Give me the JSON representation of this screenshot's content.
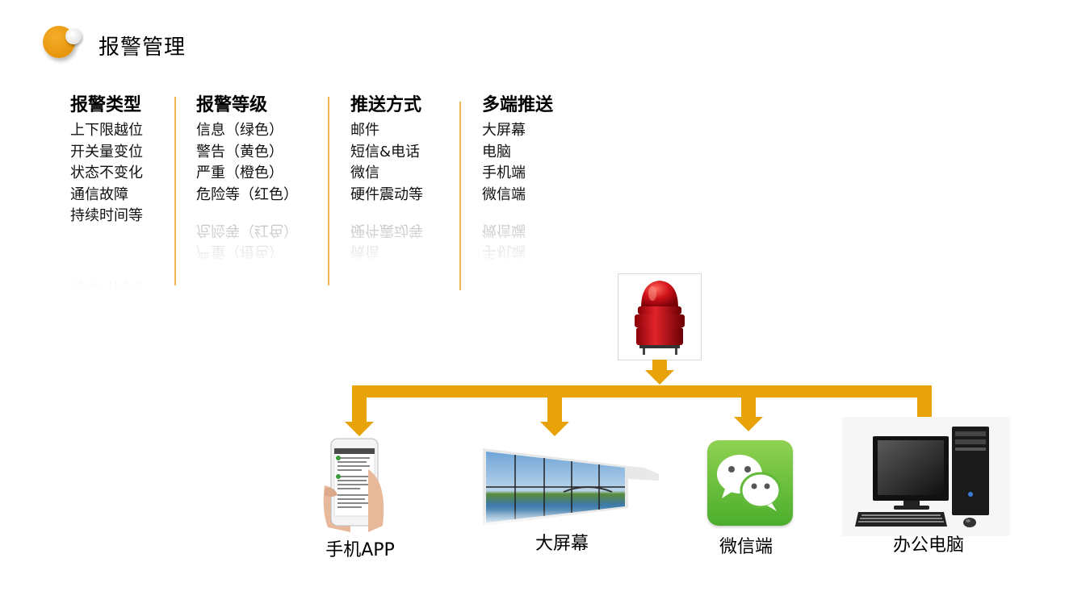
{
  "header": {
    "title": "报警管理"
  },
  "columns": [
    {
      "title": "报警类型",
      "items": [
        "上下限越位",
        "开关量变位",
        "状态不变化",
        "通信故障",
        "持续时间等"
      ]
    },
    {
      "title": "报警等级",
      "items": [
        "信息（绿色）",
        "警告（黄色）",
        "严重（橙色）",
        "危险等（红色）"
      ]
    },
    {
      "title": "推送方式",
      "items": [
        "邮件",
        "短信&电话",
        "微信",
        "硬件震动等"
      ]
    },
    {
      "title": "多端推送",
      "items": [
        "大屏幕",
        "电脑",
        "手机端",
        "微信端"
      ]
    }
  ],
  "diagram": {
    "source_icon": "red-alarm-beacon-icon",
    "targets": [
      {
        "label": "手机APP",
        "icon": "mobile-phone-icon"
      },
      {
        "label": "大屏幕",
        "icon": "video-wall-icon"
      },
      {
        "label": "微信端",
        "icon": "wechat-icon"
      },
      {
        "label": "办公电脑",
        "icon": "desktop-computer-icon"
      }
    ],
    "arrow_color": "#e8a20a"
  },
  "colors": {
    "accent": "#e8a20a",
    "divider": "#f0b450"
  }
}
